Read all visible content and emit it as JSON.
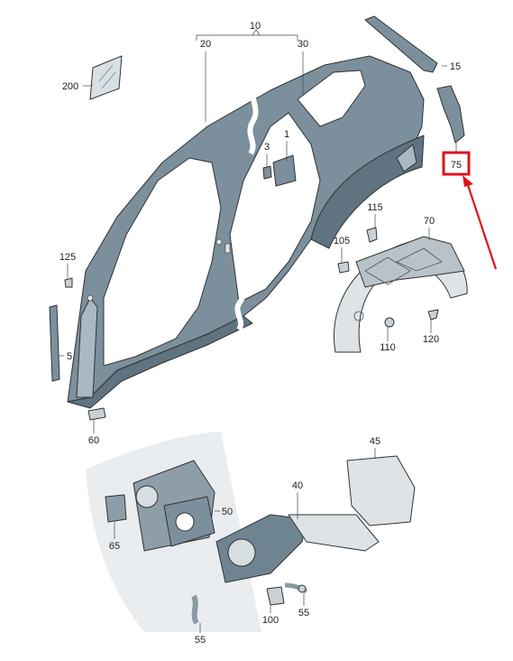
{
  "parts": {
    "p10": "10",
    "p20": "20",
    "p30": "30",
    "p200": "200",
    "p15": "15",
    "p75": "75",
    "p3": "3",
    "p1": "1",
    "p115": "115",
    "p70": "70",
    "p105": "105",
    "p125": "125",
    "p5": "5",
    "p110": "110",
    "p120": "120",
    "p60": "60",
    "p45": "45",
    "p40": "40",
    "p50": "50",
    "p65": "65",
    "p100": "100",
    "p55a": "55",
    "p55b": "55"
  },
  "highlight": {
    "part": "75",
    "color": "#e0141e"
  },
  "colors": {
    "panel": "#7b909c",
    "panel_dark": "#5f7380",
    "background_shape": "#dde3e6"
  }
}
